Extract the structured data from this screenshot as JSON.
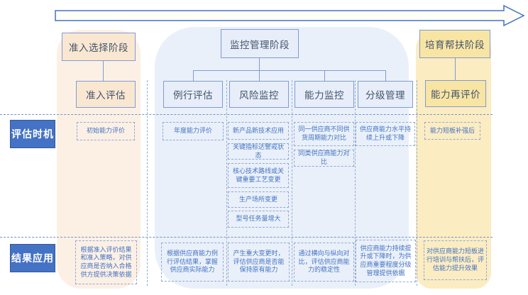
{
  "colors": {
    "accent_blue": "#4472C4",
    "line_blue": "#7E9CD4",
    "stage_peach_bg": "#FCF0E5",
    "stage_blue_bg": "#EAF0F9",
    "stage_yellow_bg": "#FBECC2",
    "box_peach": "#FAE7D2",
    "box_blue": "#E7EEF9",
    "box_yellow": "#F8E5A4"
  },
  "row_labels": {
    "timing": "评估时机",
    "result": "结果应用"
  },
  "stages": [
    {
      "label": "准入选择阶段",
      "theme": "peach",
      "columns": [
        {
          "label": "准入评估",
          "timing": [
            "初始能力评价"
          ],
          "result": "根据准入评价结果和准入策略，对供应商是否纳入合格供方提供决策依据"
        }
      ]
    },
    {
      "label": "监控管理阶段",
      "theme": "blue",
      "columns": [
        {
          "label": "例行评估",
          "timing": [
            "年度能力评价"
          ],
          "result": "根据供应商能力例行评估结果，掌握供应商实际能力"
        },
        {
          "label": "风险监控",
          "timing": [
            "新产品新技术应用",
            "关键指标达警戒状态",
            "核心技术路线或关键重要工艺变更",
            "生产场所变更",
            "型号任务量增大"
          ],
          "result": "产生重大变更时，评估供应商是否能保持原有能力"
        },
        {
          "label": "能力监控",
          "timing": [
            "同一供应商不同供货周期能力对比",
            "同类供应商能力对比"
          ],
          "result": "通过横向与纵向对比，评估供应商能力的稳定性"
        },
        {
          "label": "分级管理",
          "timing": [
            "供应商能力水平持续上升或下降"
          ],
          "result": "供应商能力持续提升或下降时，为供应商重要程度分级管理提供依据"
        }
      ]
    },
    {
      "label": "培育帮扶阶段",
      "theme": "yellow",
      "columns": [
        {
          "label": "能力再评价",
          "timing": [
            "能力短板补强后"
          ],
          "result": "对供应商能力短板进行培训与帮扶后，评估能力提升效果"
        }
      ]
    }
  ]
}
